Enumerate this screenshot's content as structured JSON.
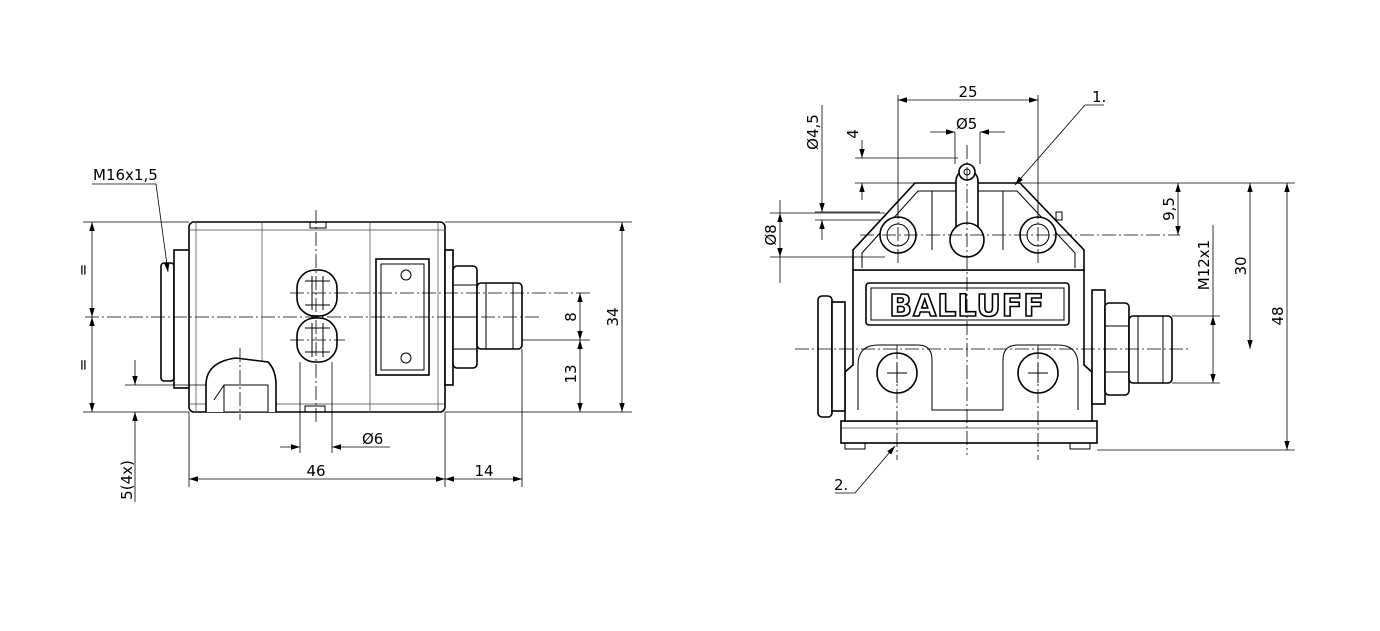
{
  "side_view": {
    "thread_label": "M16x1,5",
    "eq_top": "=",
    "eq_bottom": "=",
    "dim_holes": "5(4x)",
    "dim_width": "46",
    "dim_connector": "14",
    "dim_dia": "Ø6",
    "dim_8": "8",
    "dim_13": "13",
    "dim_34": "34"
  },
  "front_view": {
    "dim_25": "25",
    "dim_dia5": "Ø5",
    "dim_4": "4",
    "dim_dia45": "Ø4,5",
    "dim_dia8": "Ø8",
    "dim_95": "9,5",
    "dim_30": "30",
    "dim_48": "48",
    "connector_thread": "M12x1",
    "logo": "BALLUFF",
    "callout_1": "1.",
    "callout_2": "2."
  }
}
